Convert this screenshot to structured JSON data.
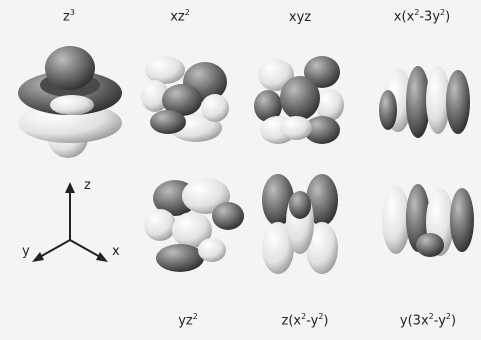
{
  "orbitals": [
    {
      "id": "z3",
      "base": "z",
      "sup": "3",
      "tail": ""
    },
    {
      "id": "xz2",
      "base": "xz",
      "sup": "2",
      "tail": ""
    },
    {
      "id": "xyz",
      "base": "xyz",
      "sup": "",
      "tail": ""
    },
    {
      "id": "x_x2_3y2",
      "base": "x(x",
      "sup": "2",
      "tail": "-3y",
      "sup2": "2",
      "tail2": ")"
    },
    {
      "id": "yz2",
      "base": "yz",
      "sup": "2",
      "tail": ""
    },
    {
      "id": "z_x2_y2",
      "base": "z(x",
      "sup": "2",
      "tail": "-y",
      "sup2": "2",
      "tail2": ")"
    },
    {
      "id": "y_3x2_y2",
      "base": "y(3x",
      "sup": "2",
      "tail": "-y",
      "sup2": "2",
      "tail2": ")"
    }
  ],
  "axes": {
    "z": "z",
    "y": "y",
    "x": "x"
  },
  "colors": {
    "dark_lobe": "#6e6e6e",
    "light_lobe": "#e2e2e2",
    "background": "#f4f4f2"
  }
}
